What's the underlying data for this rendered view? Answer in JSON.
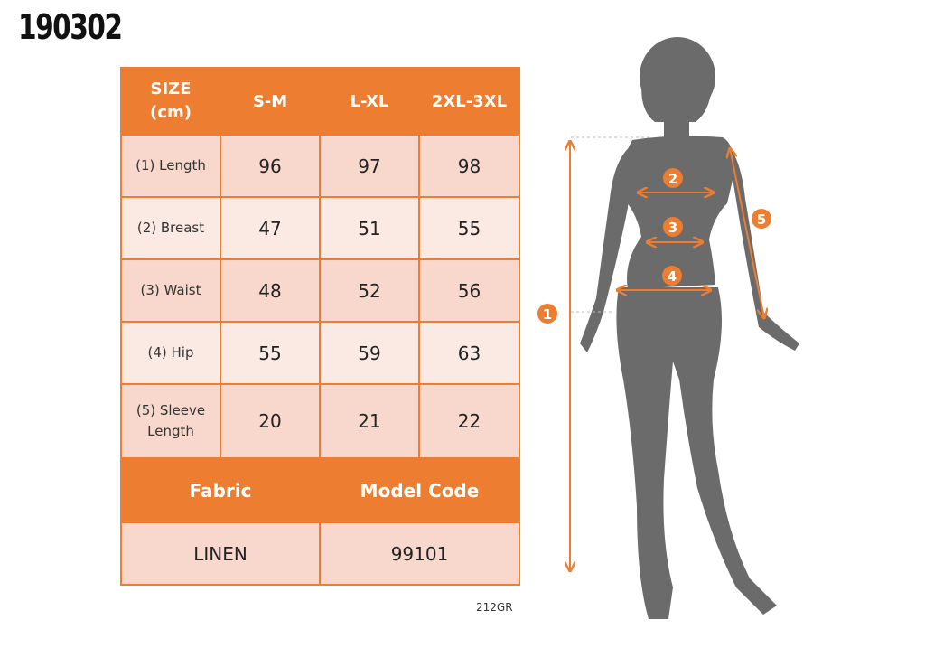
{
  "code_title": "190302",
  "table": {
    "size_header": [
      "SIZE",
      "(cm)"
    ],
    "columns": [
      "S-M",
      "L-XL",
      "2XL-3XL"
    ],
    "rows": [
      {
        "label": [
          "(1) Length"
        ],
        "values": [
          "96",
          "97",
          "98"
        ]
      },
      {
        "label": [
          "(2) Breast"
        ],
        "values": [
          "47",
          "51",
          "55"
        ]
      },
      {
        "label": [
          "(3) Waist"
        ],
        "values": [
          "48",
          "52",
          "56"
        ]
      },
      {
        "label": [
          "(4) Hip"
        ],
        "values": [
          "55",
          "59",
          "63"
        ]
      },
      {
        "label": [
          "(5) Sleeve",
          "Length"
        ],
        "values": [
          "20",
          "21",
          "22"
        ]
      }
    ],
    "footer_headers": [
      "Fabric",
      "Model Code"
    ],
    "footer_values": [
      "LINEN",
      "99101"
    ]
  },
  "ref_code": "212GR",
  "figure_markers": [
    "1",
    "2",
    "3",
    "4",
    "5"
  ],
  "colors": {
    "accent": "#ed7d31",
    "silhouette": "#6b6b6b"
  }
}
